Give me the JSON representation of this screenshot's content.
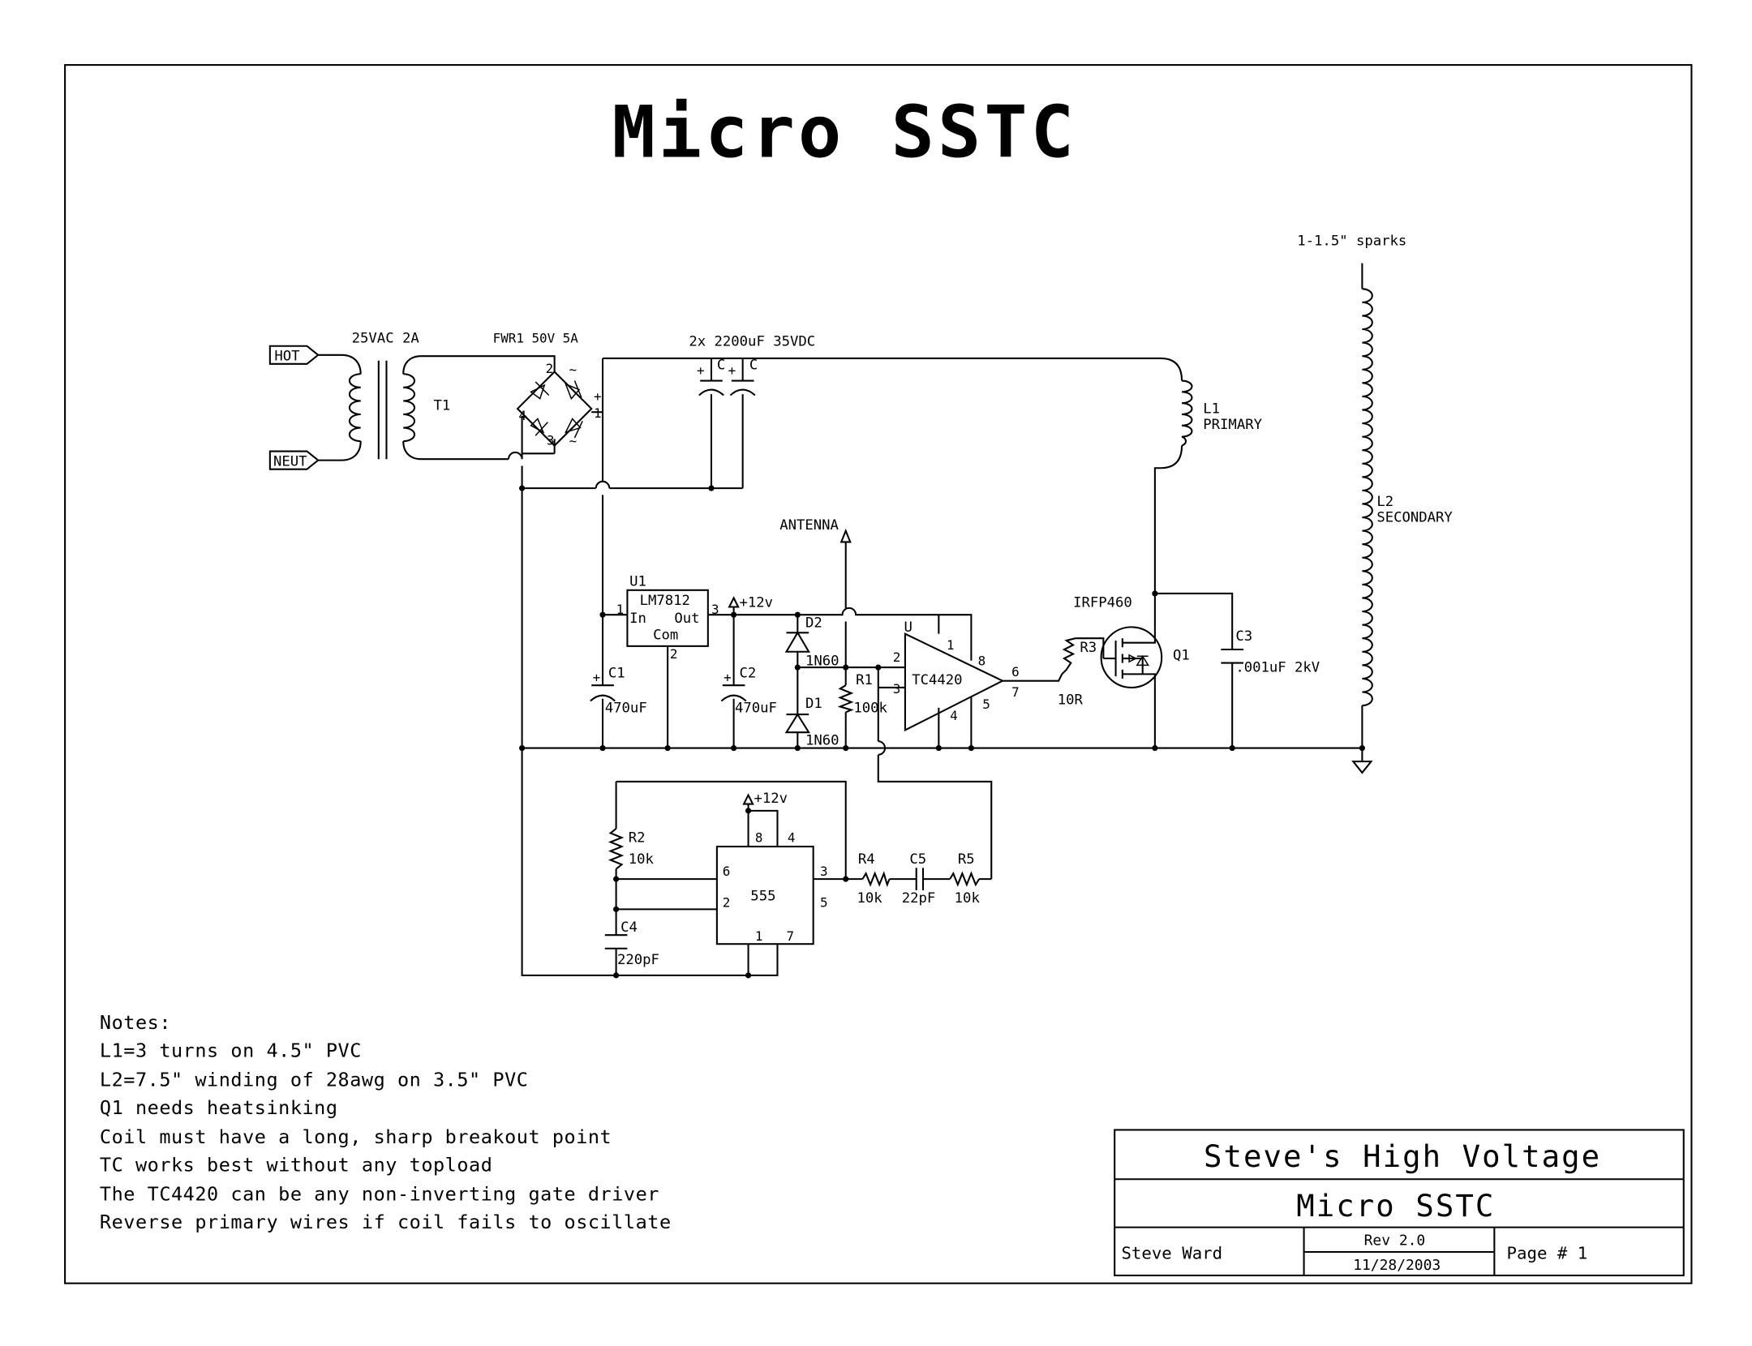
{
  "title": "Micro SSTC",
  "labels": {
    "hot": "HOT",
    "neut": "NEUT",
    "transformer_rating": "25VAC 2A",
    "t1": "T1",
    "bridge": "FWR1 50V 5A",
    "bridge_pins": [
      "2",
      "4",
      "1",
      "3"
    ],
    "bridge_signs": [
      "~",
      "~",
      "+",
      "-"
    ],
    "caps_bank": "2x 2200uF 35VDC",
    "cap_c": "C",
    "l1": "L1",
    "l1_sub": "PRIMARY",
    "l2": "L2",
    "l2_sub": "SECONDARY",
    "sparks": "1-1.5\" sparks",
    "antenna": "ANTENNA",
    "u1": "U1",
    "u1_part": "LM7812",
    "u1_in": "In",
    "u1_out": "Out",
    "u1_com": "Com",
    "u1_pins": [
      "1",
      "2",
      "3"
    ],
    "plus12": "+12v",
    "d2": "D2",
    "d1": "D1",
    "diode_part": "1N60",
    "c1": "C1",
    "c1_val": "470uF",
    "c2": "C2",
    "c2_val": "470uF",
    "r1": "R1",
    "r1_val": "100k",
    "u_label": "U",
    "driver": "TC4420",
    "driver_pins": [
      "2",
      "3",
      "1",
      "8",
      "4",
      "6",
      "7",
      "5"
    ],
    "mosfet_part": "IRFP460",
    "r3": "R3",
    "r3_val": "10R",
    "q1": "Q1",
    "c3": "C3",
    "c3_val": ".001uF 2kV",
    "timer": "555",
    "timer_pins": [
      "8",
      "4",
      "6",
      "2",
      "3",
      "5",
      "1",
      "7"
    ],
    "r2": "R2",
    "r2_val": "10k",
    "c4": "C4",
    "c4_val": "220pF",
    "r4": "R4",
    "r4_val": "10k",
    "c5": "C5",
    "c5_val": "22pF",
    "r5": "R5",
    "r5_val": "10k"
  },
  "notes": [
    "Notes:",
    "L1=3 turns on 4.5\" PVC",
    "L2=7.5\" winding of 28awg on 3.5\" PVC",
    "Q1 needs heatsinking",
    "Coil must have a long, sharp breakout point",
    "TC works best without any topload",
    "The TC4420 can be any non-inverting gate driver",
    "Reverse primary wires if coil fails to oscillate"
  ],
  "title_block": {
    "company": "Steve's High Voltage",
    "project": "Micro SSTC",
    "author": "Steve Ward",
    "rev": "Rev 2.0",
    "date": "11/28/2003",
    "page": "Page # 1"
  }
}
